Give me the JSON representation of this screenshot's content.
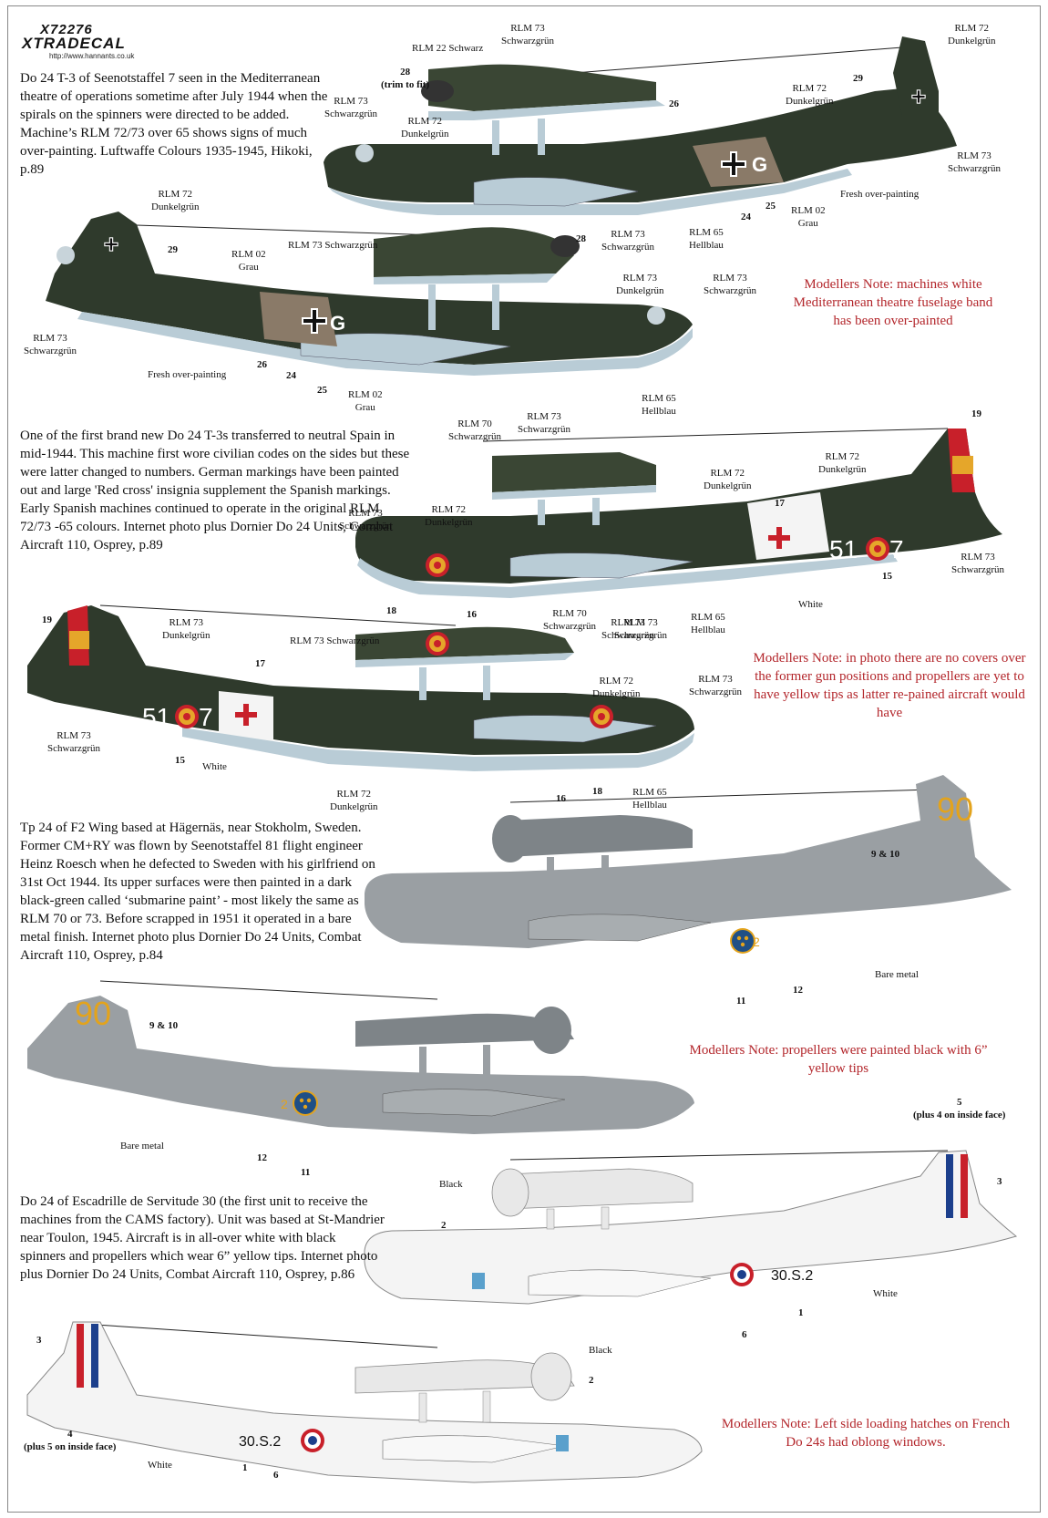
{
  "sheet": {
    "code": "X72276",
    "brand": "XTRADECAL",
    "url": "http://www.hannants.co.uk"
  },
  "colors": {
    "dark_green": "#2f3a2c",
    "mid_green": "#3d4a36",
    "light_blue": "#b9ccd6",
    "grey": "#9a9fa3",
    "white": "#f4f4f4",
    "over_paint": "#8a7a68",
    "spain_red": "#c8202a",
    "spain_yellow": "#e5a62a",
    "sweden_blue": "#1f4f86",
    "sweden_yellow": "#e3a31c",
    "france_blue": "#1c3f8c",
    "note_red": "#b3262b"
  },
  "sections": [
    {
      "description": "Do 24 T-3 of Seenotstaffel 7 seen in the Mediterranean theatre of operations sometime after July 1944 when the spirals on the spinners were directed to be added. Machine’s RLM 72/73 over 65 shows signs of much over-painting. Luftwaffe Colours 1935-1945, Hikoki, p.89",
      "note": "Modellers Note: machines white Mediterranean theatre fuselage band has been over-painted",
      "right_labels": {
        "rlm22": "RLM 22 Schwarz",
        "rlm73_top": "RLM 73\nSchwarzgrün",
        "rlm72_fin": "RLM 72\nDunkelgrün",
        "trim": "28\n(trim to fit)",
        "rlm73_nose": "RLM 73\nSchwarzgrün",
        "rlm72_fwd": "RLM 72\nDunkelgrün",
        "rlm72_aft": "RLM 72\nDunkelgrün",
        "rlm73_tail": "RLM 73\nSchwarzgrün",
        "fresh": "Fresh over-painting",
        "rlm73_lower": "RLM 73\nSchwarzgrün",
        "rlm65": "RLM 65\nHellblau",
        "rlm02": "RLM 02\nGrau",
        "n29": "29",
        "n26": "26",
        "n24": "24",
        "n25": "25"
      },
      "left_labels": {
        "rlm72_fin": "RLM 72\nDunkelgrün",
        "rlm02": "RLM 02\nGrau",
        "rlm73_wing": "RLM 73 Schwarzgrün",
        "rlm73_mid": "RLM 73\nDunkelgrün",
        "rlm73_nose": "RLM 73\nSchwarzgrün",
        "rlm73_tail": "RLM 73\nSchwarzgrün",
        "fresh": "Fresh over-painting",
        "rlm02_low": "RLM 02\nGrau",
        "rlm65": "RLM 65\nHellblau",
        "n29": "29",
        "n28": "28",
        "n26": "26",
        "n24": "24",
        "n25": "25"
      },
      "fuselage_code": "G"
    },
    {
      "description": "One of the first brand new Do 24 T-3s transferred to neutral Spain in mid-1944. This machine first wore civilian codes on the sides but these were latter changed to numbers. German markings have been painted out and large 'Red cross' insignia supplement the Spanish markings. Early Spanish machines continued to operate in the original RLM 72/73 -65 colours. Internet photo plus Dornier Do 24 Units, Combat Aircraft 110, Osprey, p.89",
      "note": "Modellers Note: in photo there are no covers over the former gun positions and propellers are yet to have yellow tips as latter re-pained aircraft would have",
      "right_labels": {
        "rlm70": "RLM 70\nSchwarzgrün",
        "rlm73_top": "RLM 73\nSchwarzgrün",
        "rlm72_mid": "RLM 72\nDunkelgrün",
        "rlm72_fin": "RLM 72\nDunkelgrün",
        "rlm73_nose": "RLM 73\nSchwarzgrün",
        "rlm72_fwd": "RLM 72\nDunkelgrün",
        "rlm73_tail": "RLM 73\nSchwarzgrün",
        "rlm73_low": "RLM 73\nSchwarzgrün",
        "rlm65": "RLM 65\nHellblau",
        "white": "White",
        "n19": "19",
        "n17": "17",
        "n15": "15",
        "n18": "18",
        "n16": "16"
      },
      "left_labels": {
        "rlm73_fin": "RLM 73\nDunkelgrün",
        "rlm73_wing": "RLM 73 Schwarzgrün",
        "rlm70": "RLM 70\nSchwarzgrün",
        "rlm73_mid": "RLM 73\nSchwarzgrün",
        "rlm72_mid": "RLM 72\nDunkelgrün",
        "rlm73_nose": "RLM 73\nSchwarzgrün",
        "rlm73_tail": "RLM 73\nSchwarzgrün",
        "rlm72_low": "RLM 72\nDunkelgrün",
        "rlm65": "RLM 65\nHellblau",
        "white": "White",
        "n19": "19",
        "n17": "17",
        "n15": "15",
        "n16": "16",
        "n18": "18"
      },
      "fuselage_code": "51",
      "fuselage_code_2": "7"
    },
    {
      "description": "Tp 24 of F2 Wing based at Hägernäs, near Stokholm, Sweden. Former CM+RY was flown by Seenotstaffel 81 flight engineer Heinz Roesch when he defected to Sweden with his girlfriend on 31st Oct 1944. Its upper surfaces were then painted in a dark black-green called ‘submarine paint’ - most likely the same as RLM 70 or 73. Before scrapped in 1951 it operated in a bare metal finish. Internet photo plus Dornier Do 24 Units, Combat Aircraft 110, Osprey, p.84",
      "note": "Modellers Note: propellers were painted black with 6” yellow tips",
      "right_labels": {
        "n9_10": "9 & 10",
        "bare": "Bare metal",
        "n11": "11",
        "n12": "12"
      },
      "left_labels": {
        "n9_10": "9 & 10",
        "bare": "Bare metal",
        "n12": "12",
        "n11": "11"
      },
      "tail_code": "90",
      "fuselage_num": "2"
    },
    {
      "description": "Do 24 of Escadrille de Servitude 30 (the first unit to receive the machines from the CAMS factory). Unit was based at St-Mandrier near Toulon, 1945. Aircraft is in all-over white with black spinners and propellers which wear 6” yellow tips. Internet photo plus Dornier Do 24 Units, Combat Aircraft 110, Osprey, p.86",
      "note": "Modellers Note: Left side loading hatches on French Do 24s had oblong windows.",
      "right_labels": {
        "n5": "5\n(plus 4 on inside face)",
        "black": "Black",
        "n3": "3",
        "n2": "2",
        "white": "White",
        "n1": "1",
        "n6": "6"
      },
      "left_labels": {
        "n3": "3",
        "black": "Black",
        "n2": "2",
        "n4": "4\n(plus 5 on inside face)",
        "white": "White",
        "n1": "1",
        "n6": "6"
      },
      "fuselage_code": "30.S.2"
    }
  ]
}
